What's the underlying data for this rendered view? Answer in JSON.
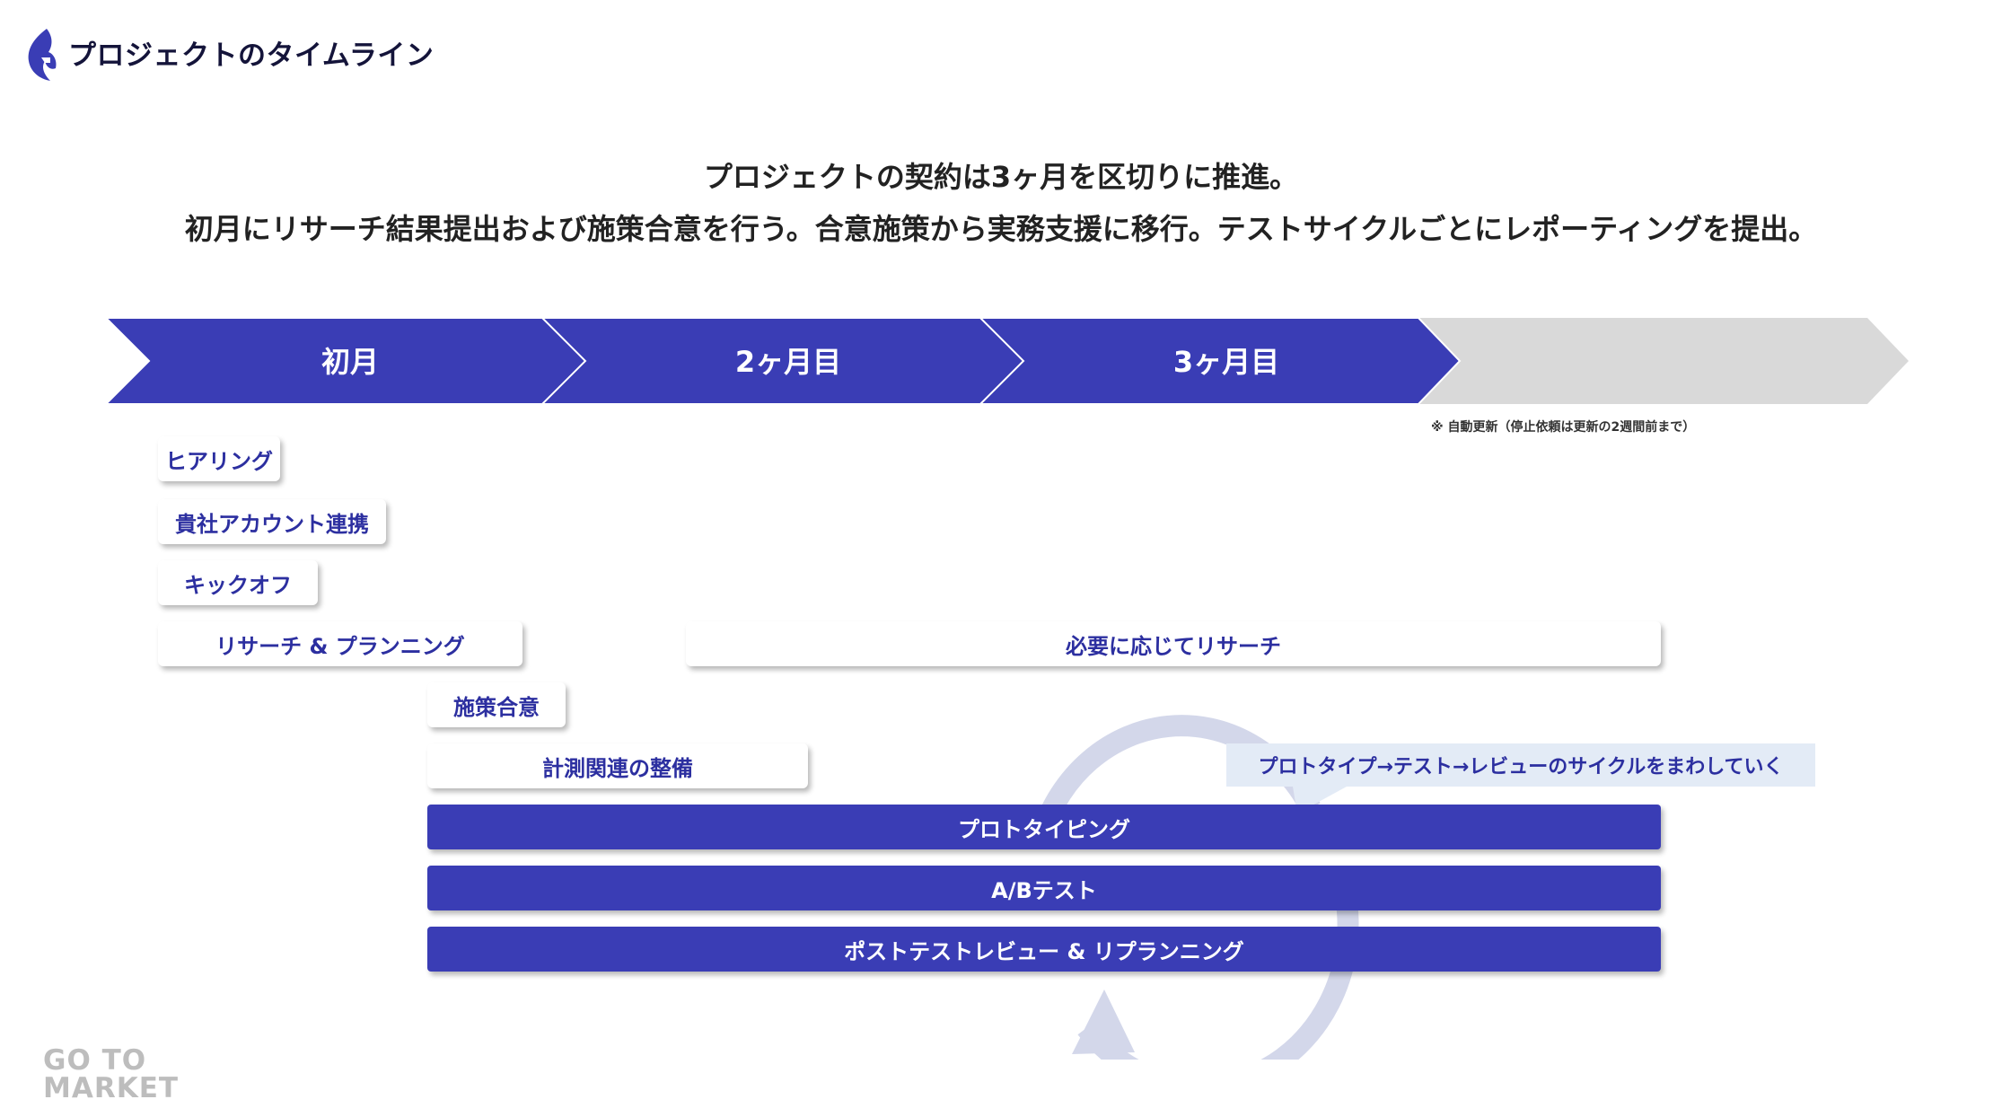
{
  "header": {
    "title": "プロジェクトのタイムライン",
    "logo_icon": "flame-g-logo-icon",
    "accent_color": "#3a3db5"
  },
  "headline": {
    "line1": "プロジェクトの契約は3ヶ月を区切りに推進。",
    "line2": "初月にリサーチ結果提出および施策合意を行う。合意施策から実務支援に移行。テストサイクルごとにレポーティングを提出。"
  },
  "phases": {
    "items": [
      {
        "label": "初月",
        "color": "#3a3db5"
      },
      {
        "label": "2ヶ月目",
        "color": "#3a3db5"
      },
      {
        "label": "3ヶ月目",
        "color": "#3a3db5"
      },
      {
        "label": "",
        "color": "#d9d9d9"
      }
    ],
    "note": "※ 自動更新（停止依頼は更新の2週間前まで）"
  },
  "tasks": {
    "hearing": "ヒアリング",
    "account_link": "貴社アカウント連携",
    "kickoff": "キックオフ",
    "research_planning": "リサーチ & プランニング",
    "research_as_needed": "必要に応じてリサーチ",
    "agreement": "施策合意",
    "measurement": "計測関連の整備",
    "prototyping": "プロトタイピング",
    "ab_test": "A/Bテスト",
    "review": "ポストテストレビュー & リプランニング"
  },
  "cycle": {
    "callout": "プロトタイプ→テスト→レビューのサイクルをまわしていく",
    "arrow_color": "#d3d7ea",
    "callout_bg": "#e3ebf6"
  },
  "footer": {
    "logo_line1": "GO TO",
    "logo_line2": "MARKET"
  }
}
